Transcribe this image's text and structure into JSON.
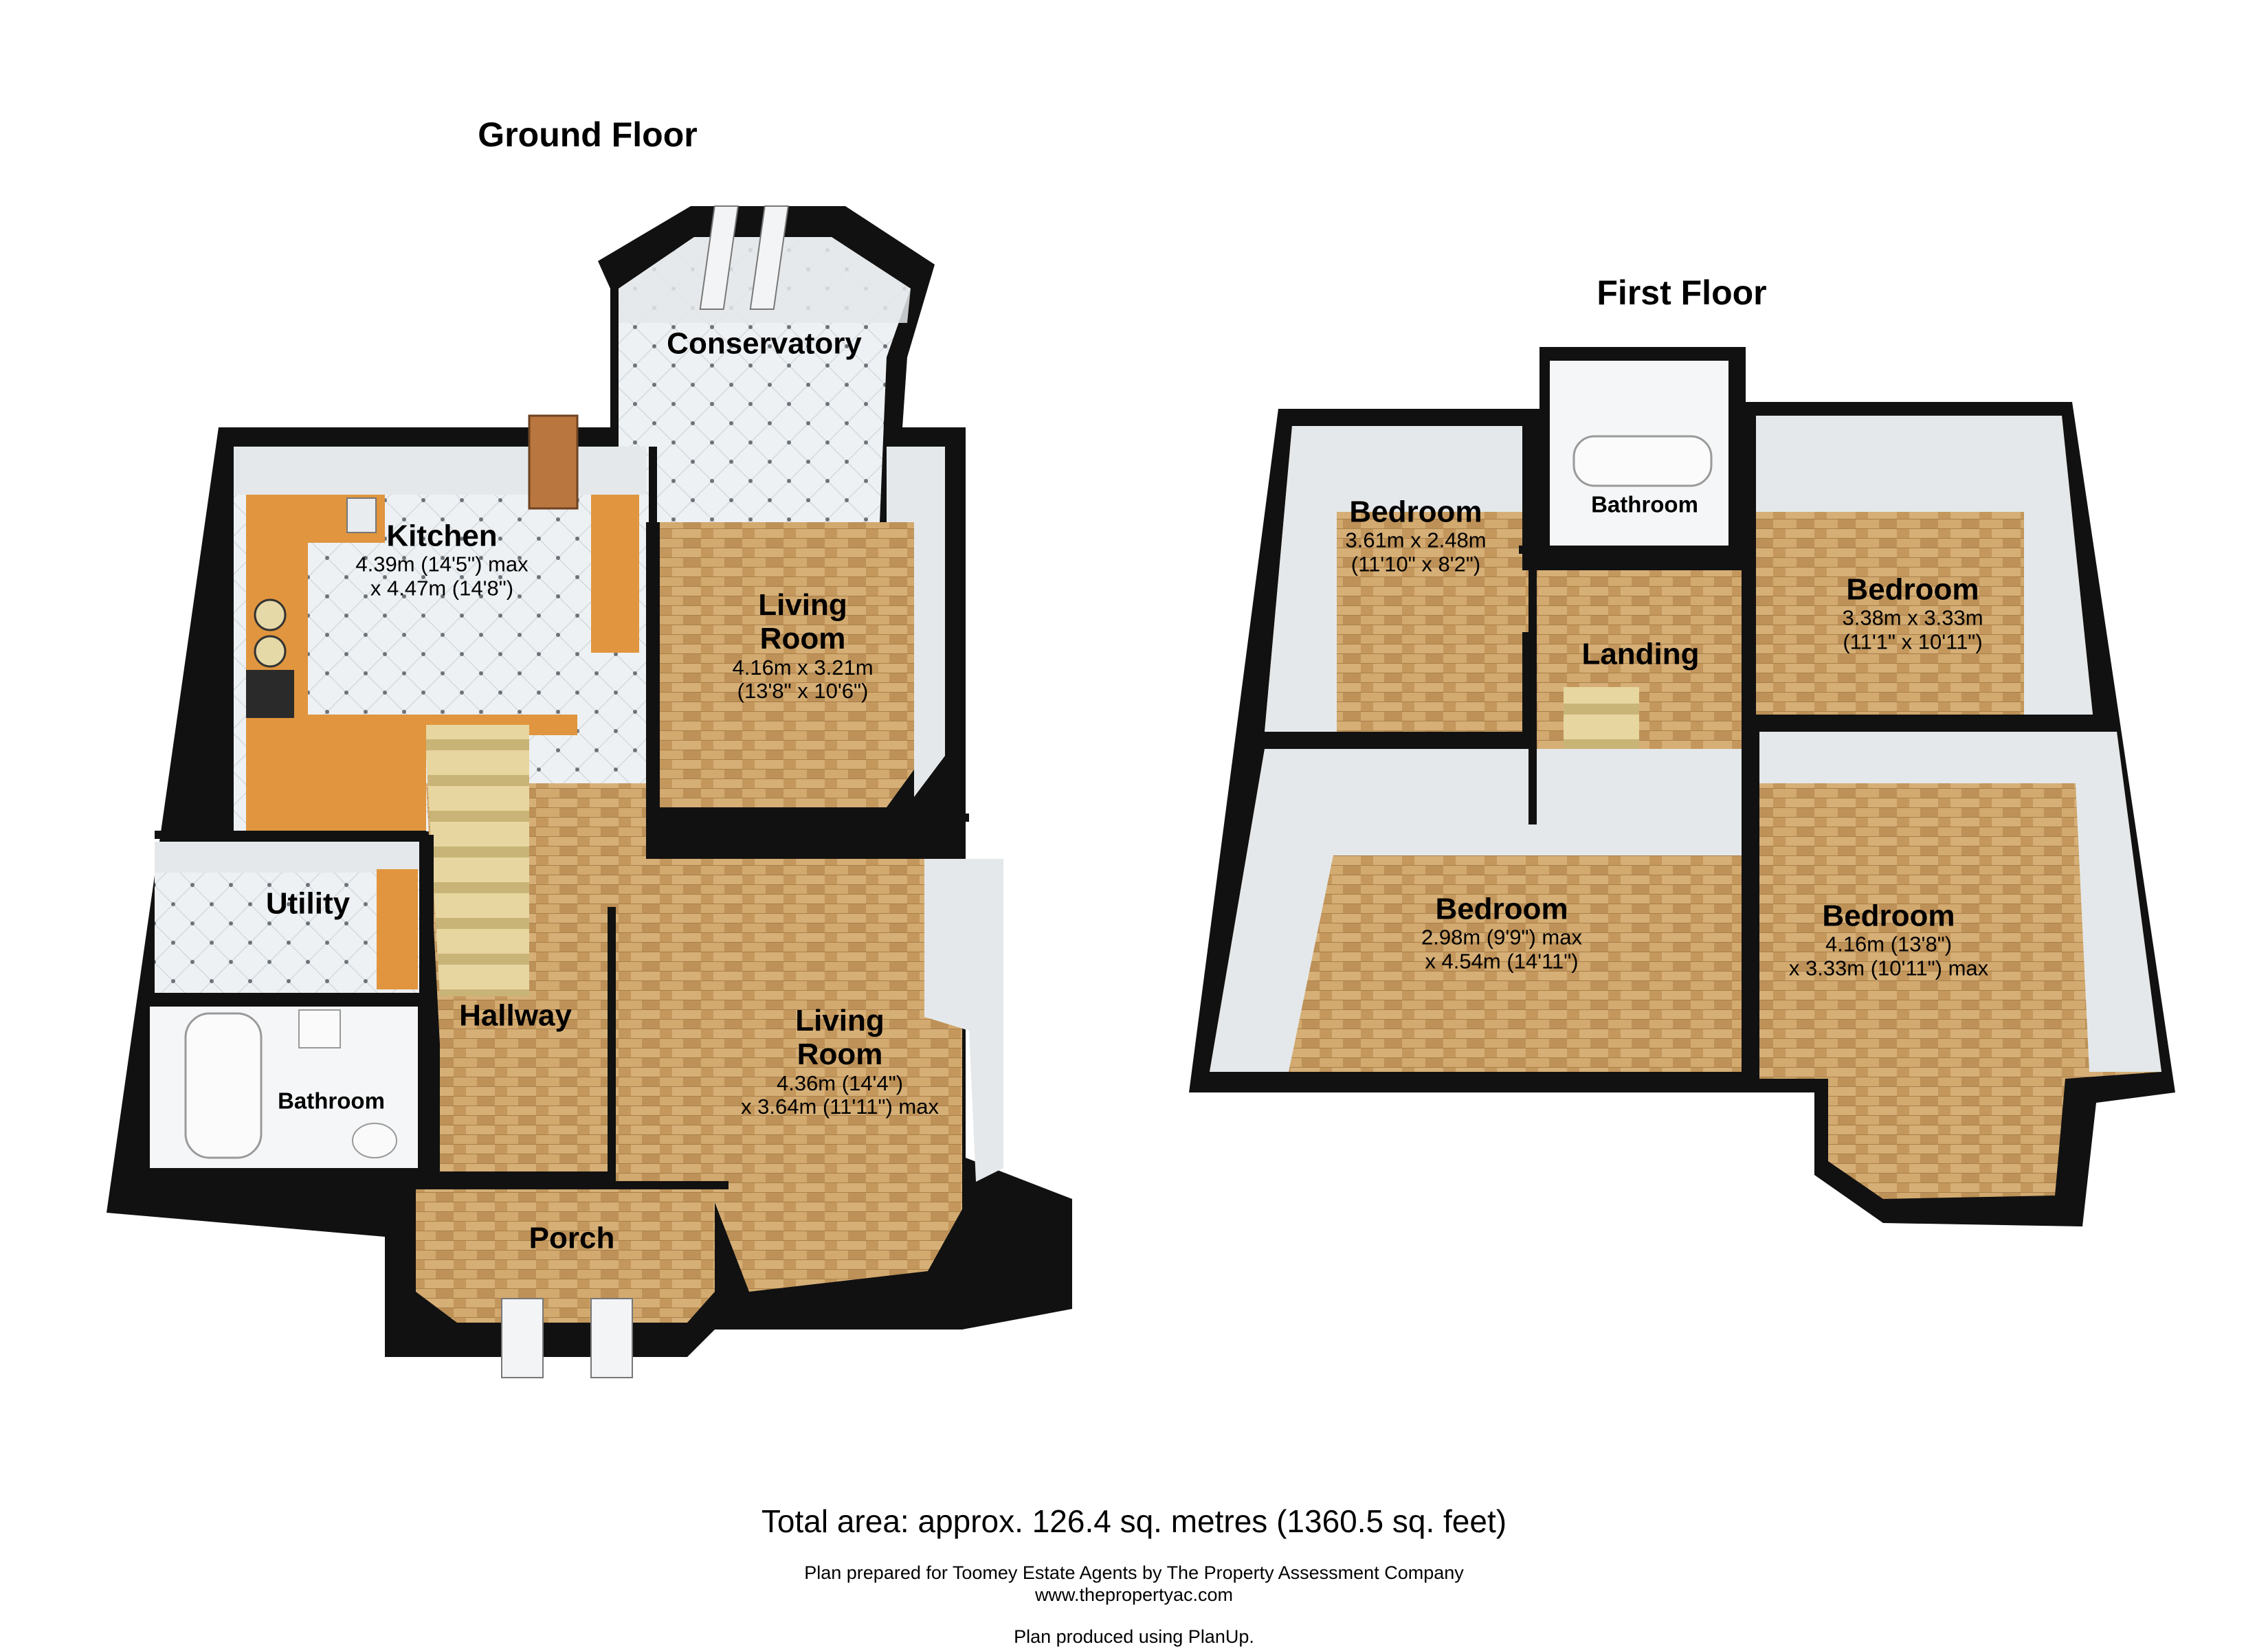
{
  "floors": [
    {
      "title": "Ground Floor"
    },
    {
      "title": "First Floor"
    }
  ],
  "rooms": {
    "conservatory": {
      "name": "Conservatory"
    },
    "kitchen": {
      "name": "Kitchen",
      "dim1": "4.39m (14'5\") max",
      "dim2": "x 4.47m (14'8\")"
    },
    "living_room_rear": {
      "name1": "Living",
      "name2": "Room",
      "dim1": "4.16m x 3.21m",
      "dim2": "(13'8\" x 10'6\")"
    },
    "utility": {
      "name": "Utility"
    },
    "hallway": {
      "name": "Hallway"
    },
    "bathroom_ground": {
      "name": "Bathroom"
    },
    "living_room_front": {
      "name1": "Living",
      "name2": "Room",
      "dim1": "4.36m (14'4\")",
      "dim2": "x 3.64m (11'11\") max"
    },
    "porch": {
      "name": "Porch"
    },
    "bedroom_rear_left": {
      "name": "Bedroom",
      "dim1": "3.61m x 2.48m",
      "dim2": "(11'10\" x 8'2\")"
    },
    "bathroom_first": {
      "name": "Bathroom"
    },
    "bedroom_rear_right": {
      "name": "Bedroom",
      "dim1": "3.38m x 3.33m",
      "dim2": "(11'1\" x 10'11\")"
    },
    "landing": {
      "name": "Landing"
    },
    "bedroom_front_left": {
      "name": "Bedroom",
      "dim1": "2.98m (9'9\") max",
      "dim2": "x 4.54m (14'11\")"
    },
    "bedroom_front_right": {
      "name": "Bedroom",
      "dim1": "4.16m (13'8\")",
      "dim2": "x 3.33m (10'11\") max"
    }
  },
  "footer": {
    "total": "Total area: approx. 126.4 sq. metres (1360.5 sq. feet)",
    "prepared": "Plan prepared for Toomey Estate Agents by The Property Assessment Company",
    "website": "www.thepropertyac.com",
    "produced": "Plan produced using PlanUp."
  },
  "colors": {
    "wall": "#0a0a0a",
    "wood_floor": "#c99e62",
    "tile_floor": "#eef1f3",
    "worktop": "#e0953e",
    "wall_face": "#dfe3e6"
  }
}
